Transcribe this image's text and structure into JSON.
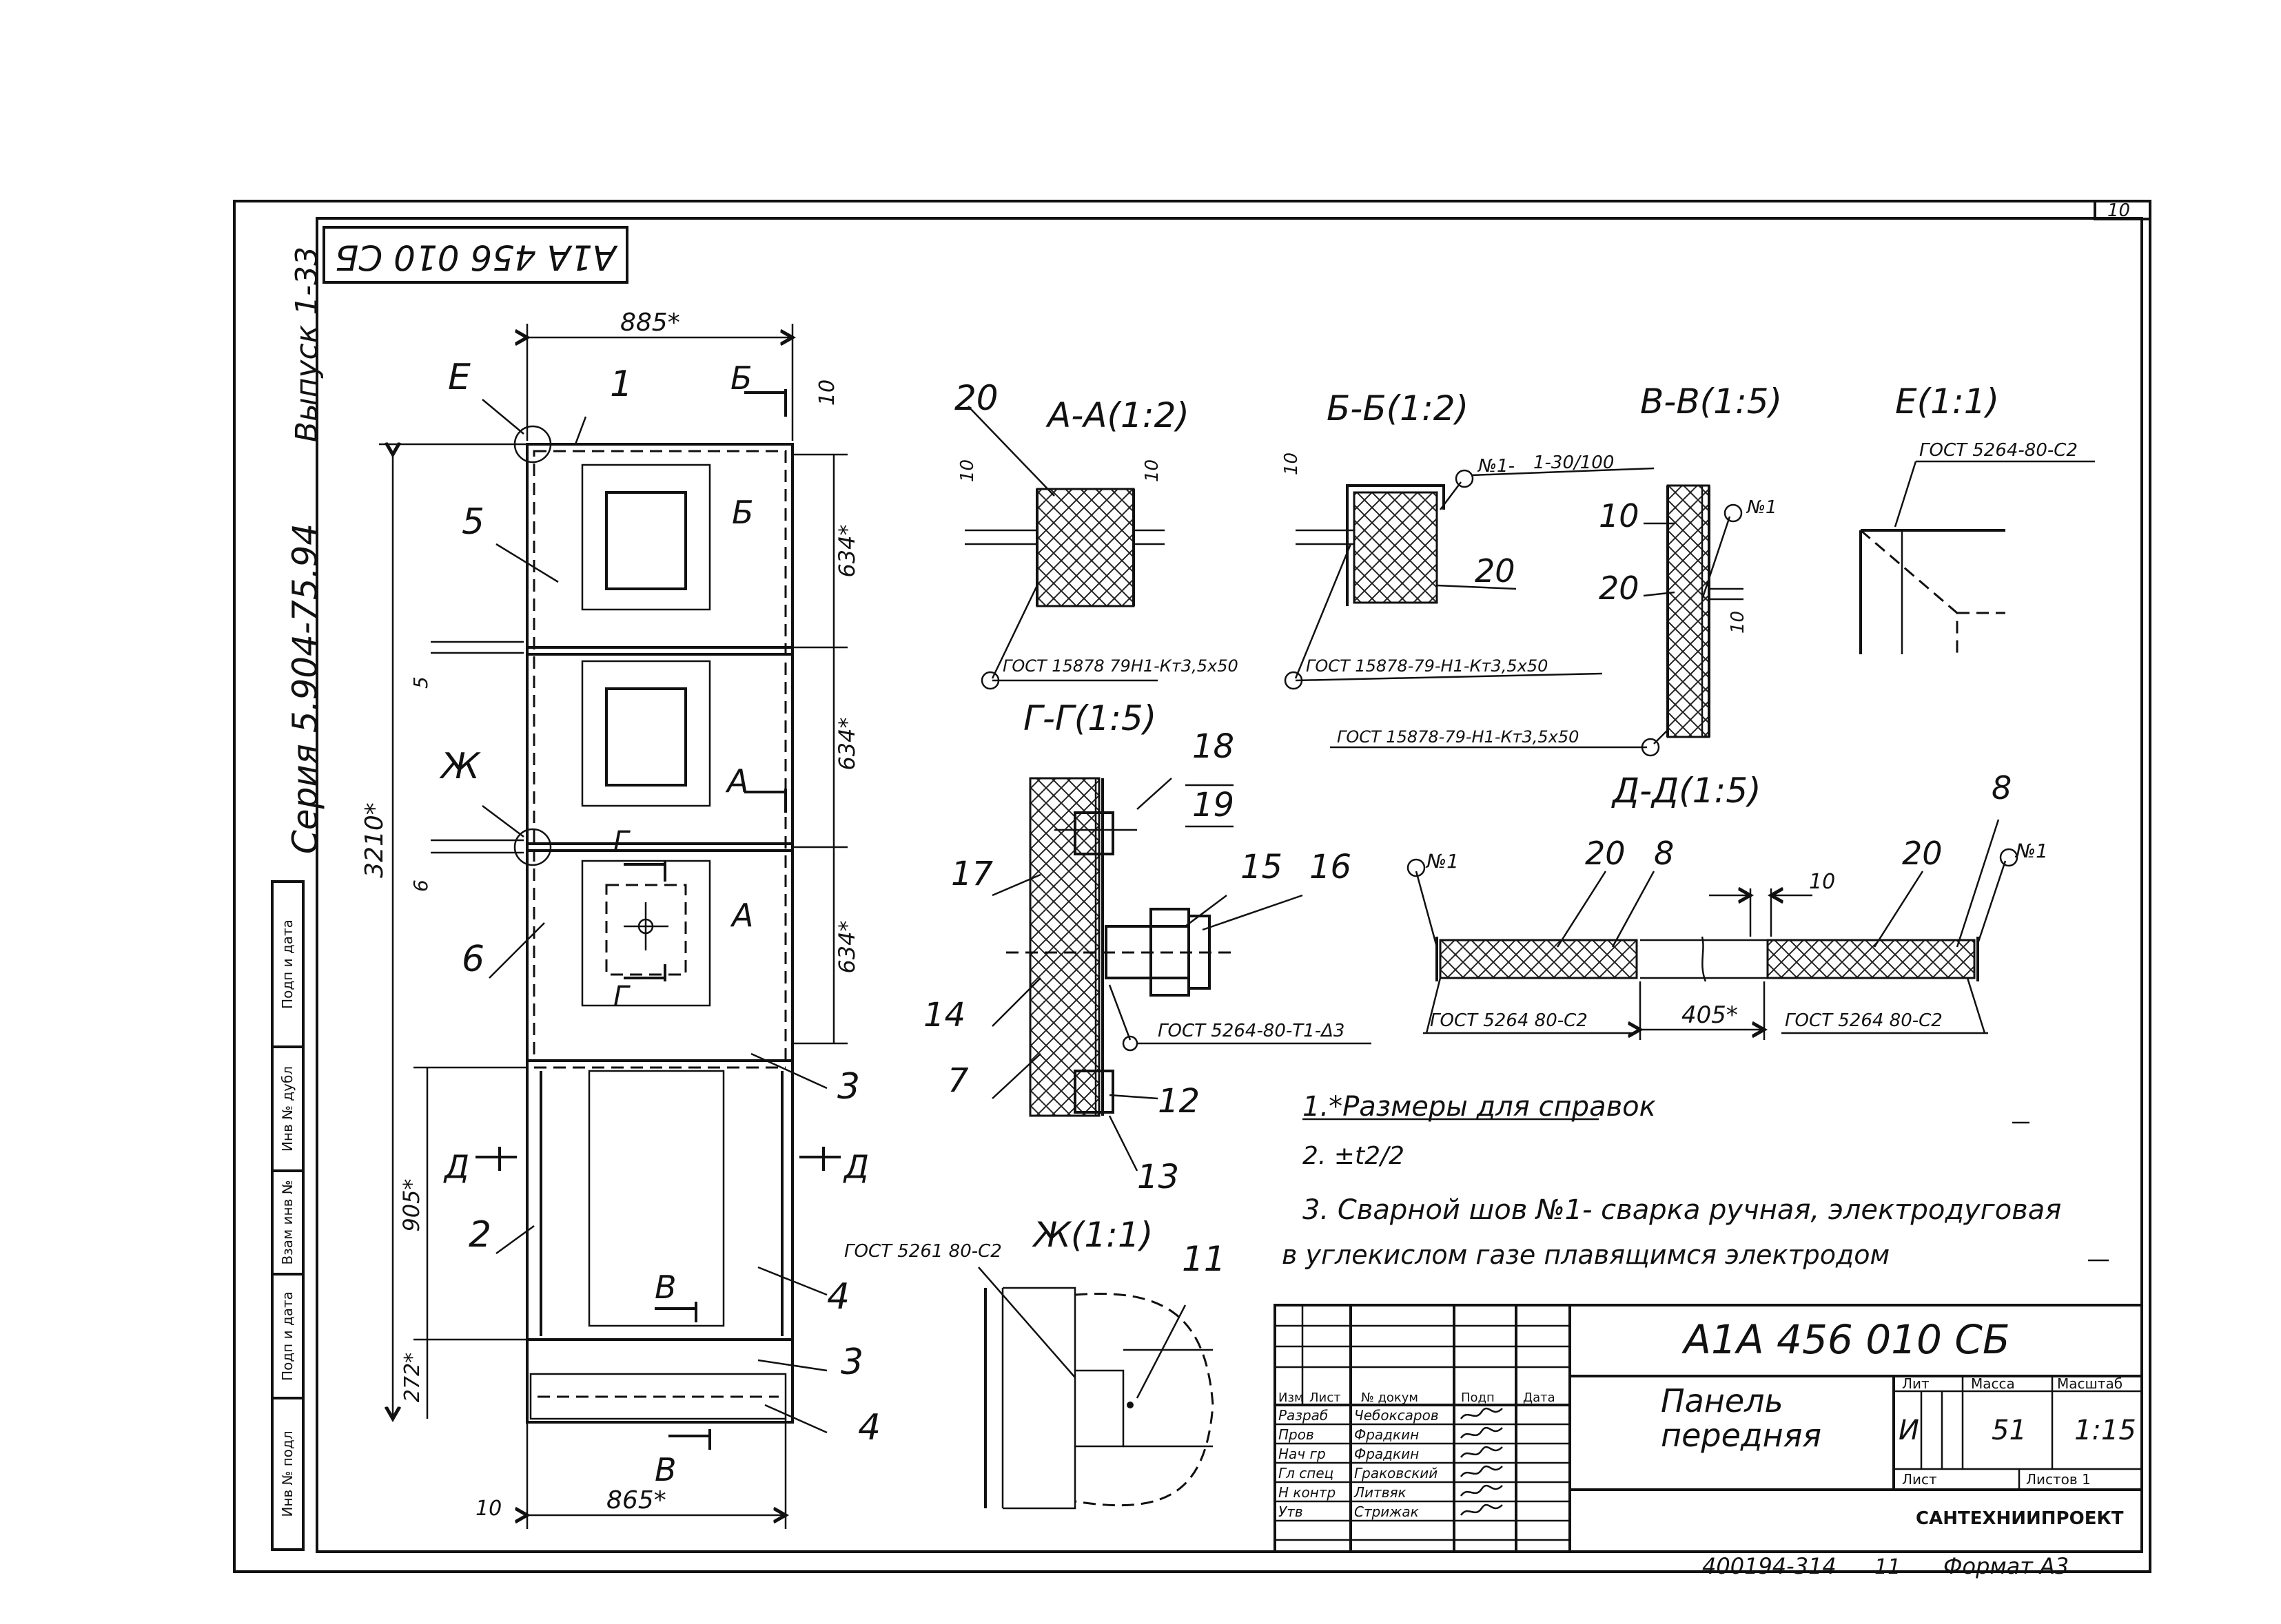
{
  "sheet": {
    "page_number": "10",
    "stamp_code": "А1А 456 010 СБ",
    "series": "Серия 5.904-75.94",
    "issue": "Выпуск 1-33"
  },
  "margin_stamp": {
    "cells": [
      "Инв № подл",
      "Подп и дата",
      "Взам инв №",
      "Инв № дубл",
      "Подп и дата"
    ]
  },
  "front_view": {
    "dims": {
      "width_top": "885*",
      "height_total": "3210*",
      "h1": "634*",
      "h2": "634*",
      "h3": "634*",
      "h_lower": "905*",
      "h_bottom": "272*",
      "width_bottom": "865*",
      "gap_top": "10",
      "gap_left": "10",
      "seam_5": "5",
      "seam_6": "6"
    },
    "callouts": [
      "1",
      "2",
      "3",
      "3",
      "4",
      "4",
      "5",
      "6"
    ],
    "section_marks": [
      "Б",
      "Б",
      "А",
      "А",
      "Г",
      "Г",
      "Д",
      "Д",
      "В",
      "В"
    ],
    "detail_marks": [
      "Е",
      "Ж"
    ],
    "lower_gost": "ГОСТ 5261 80-С2"
  },
  "sections": {
    "aa": {
      "title": "А-А(1:2)",
      "pos": "20",
      "dim1": "10",
      "dim2": "10",
      "gost": "ГОСТ 15878 79Н1-Кт3,5х50"
    },
    "bb": {
      "title": "Б-Б(1:2)",
      "pos": "20",
      "dim": "10",
      "weld": "№1-",
      "weld_note": "1-30/100",
      "gost": "ГОСТ 15878-79-Н1-Кт3,5х50"
    },
    "vv": {
      "title": "В-В(1:5)",
      "pos1": "10",
      "pos2": "20",
      "weld": "№1",
      "dim": "10",
      "gost": "ГОСТ 15878-79-Н1-Кт3,5х50"
    },
    "e": {
      "title": "Е(1:1)",
      "gost": "ГОСТ 5264-80-С2"
    },
    "gg": {
      "title": "Г-Г(1:5)",
      "positions": [
        "18",
        "19",
        "15",
        "16",
        "17",
        "14",
        "7",
        "12",
        "13"
      ],
      "gost": "ГОСТ 5264-80-Т1-Δ3"
    },
    "dd": {
      "title": "Д-Д(1:5)",
      "weld1": "№1",
      "weld2": "№1",
      "pos": [
        "20",
        "8",
        "20",
        "8"
      ],
      "dim_gap": "10",
      "dim_mid": "405*",
      "gost_left": "ГОСТ 5264 80-С2",
      "gost_right": "ГОСТ 5264 80-С2"
    },
    "zh": {
      "title": "Ж(1:1)",
      "pos": "11",
      "gost": "ГОСТ 5261 80-С2"
    }
  },
  "notes": [
    "1.*Размеры для справок",
    "2. ±t2/2",
    "3. Сварной шов №1- сварка ручная, электродуговая",
    "в углекислом газе плавящимся электродом"
  ],
  "title_block": {
    "code": "А1А 456 010 СБ",
    "name_line1": "Панель",
    "name_line2": "передняя",
    "header_labels": [
      "Изм",
      "Лист",
      "№ докум",
      "Подп",
      "Дата"
    ],
    "rows": [
      {
        "role": "Разраб",
        "name": "Чебоксаров"
      },
      {
        "role": "Пров",
        "name": "Фрадкин"
      },
      {
        "role": "Нач гр",
        "name": "Фрадкин"
      },
      {
        "role": "Гл спец",
        "name": "Граковский"
      },
      {
        "role": "Н контр",
        "name": "Литвяк"
      },
      {
        "role": "Утв",
        "name": "Стрижак"
      }
    ],
    "lit_label": "Лит",
    "mass_label": "Масса",
    "scale_label": "Масштаб",
    "lit_value": "И",
    "mass_value": "51",
    "scale_value": "1:15",
    "sheet_label": "Лист",
    "sheets_label": "Листов 1",
    "org": "САНТЕХНИИПРОЕКТ"
  },
  "footer": {
    "inventory": "400194-314",
    "copy": "11",
    "format": "Формат А3"
  }
}
